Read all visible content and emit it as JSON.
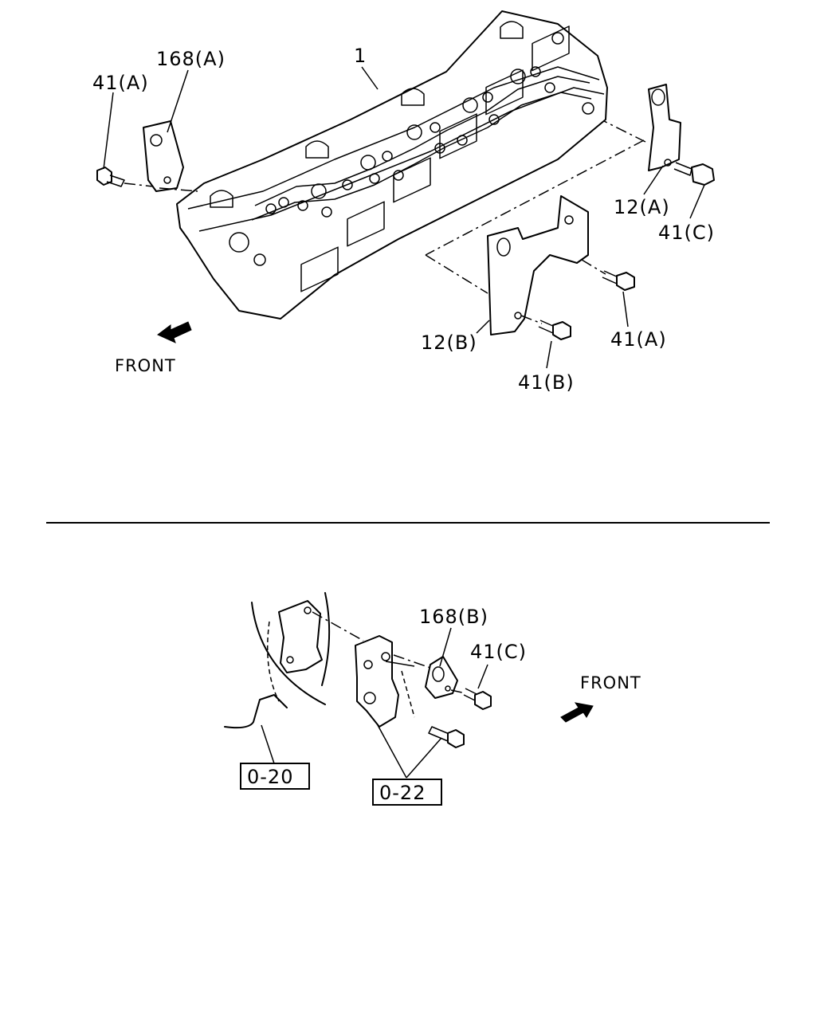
{
  "top_section": {
    "labels": {
      "l1": "1",
      "l168a": "168(A)",
      "l41a_left": "41(A)",
      "l12a": "12(A)",
      "l41c_top": "41(C)",
      "l12b": "12(B)",
      "l41a_right": "41(A)",
      "l41b": "41(B)",
      "front": "FRONT"
    }
  },
  "bottom_section": {
    "labels": {
      "l168b": "168(B)",
      "l41c": "41(C)",
      "front": "FRONT",
      "ref1": "0-20",
      "ref2": "0-22"
    }
  }
}
